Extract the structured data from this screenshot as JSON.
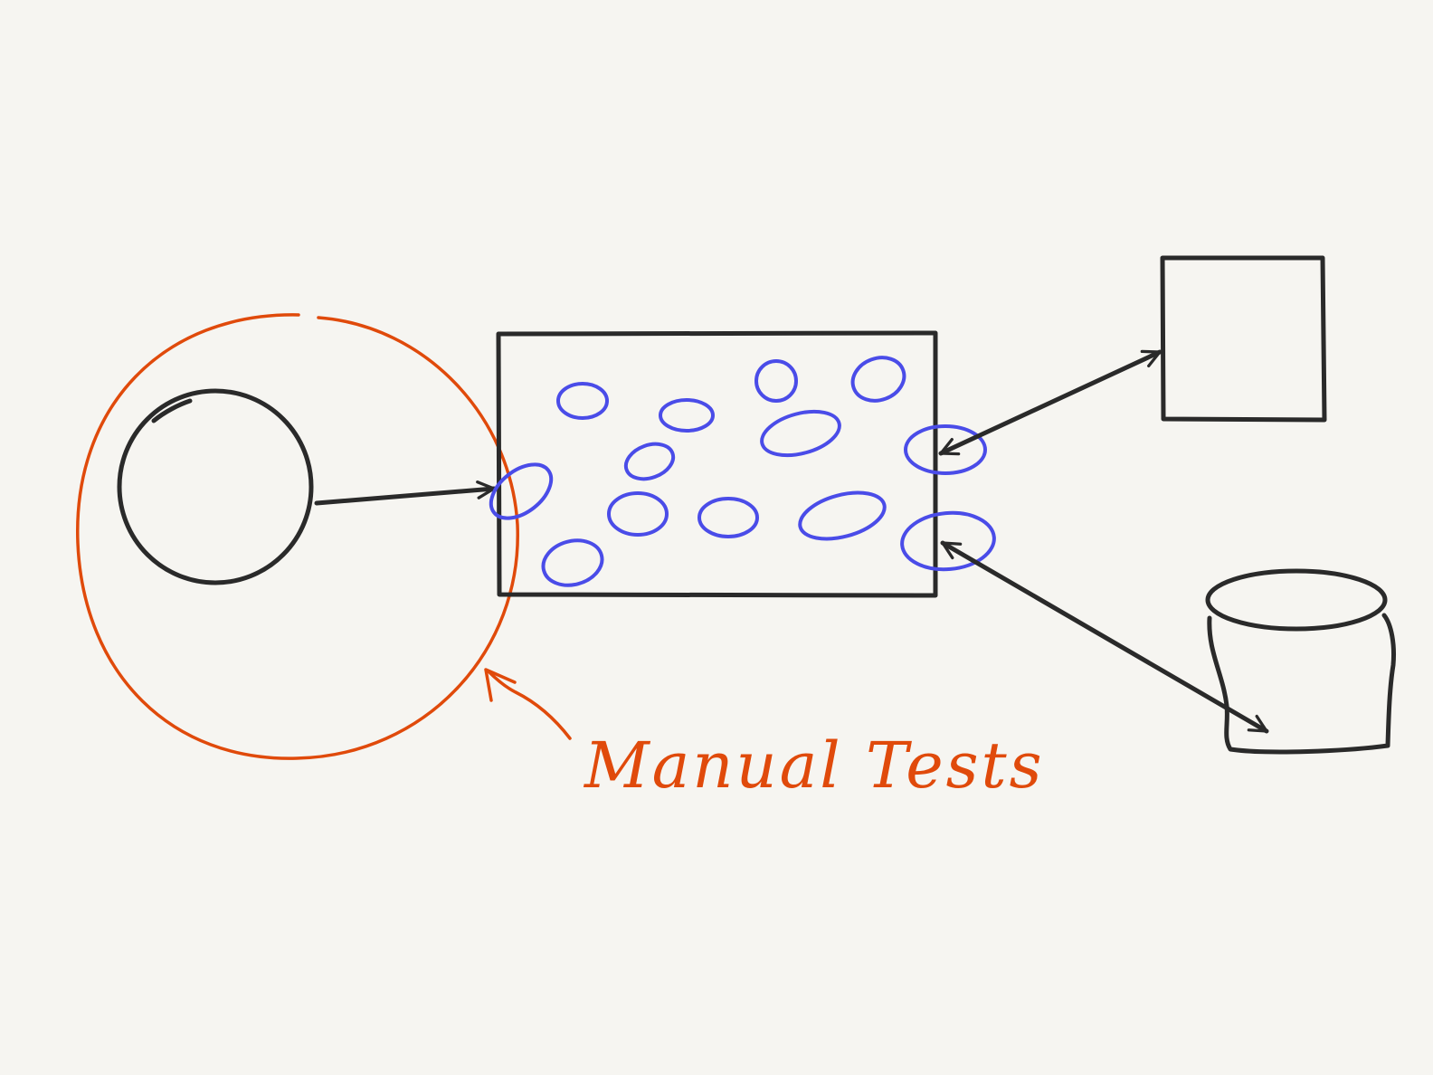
{
  "colors": {
    "background": "#f6f5f1",
    "ink": "#2a2a2a",
    "highlight": "#e04a0b",
    "blue": "#4a4ce8"
  },
  "annotation": {
    "label": "Manual Tests"
  },
  "shapes": [
    "ui-circle",
    "application-box",
    "external-service-box",
    "database-cylinder"
  ]
}
